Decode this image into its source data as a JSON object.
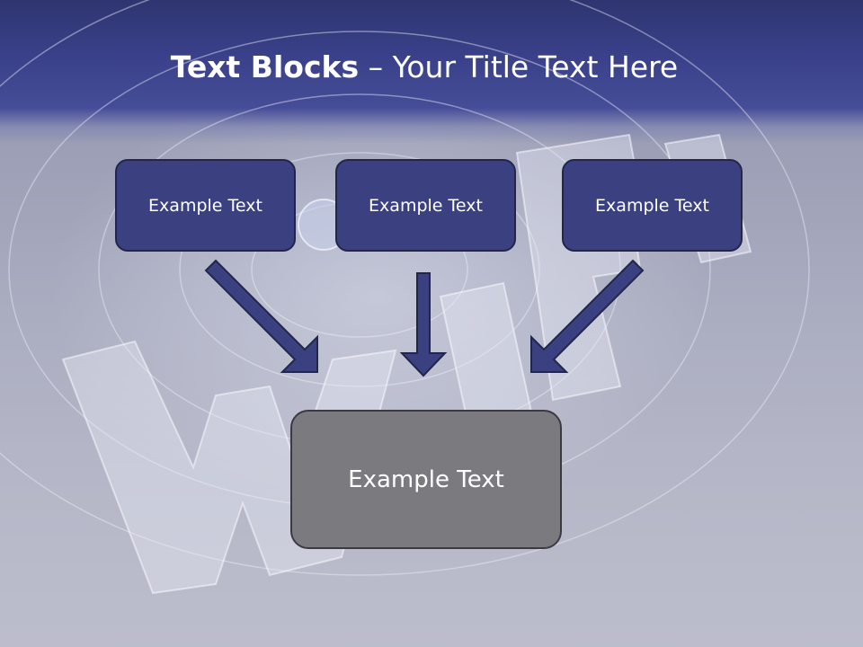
{
  "slide": {
    "title_bold": "Text Blocks",
    "title_dash": " – ",
    "title_rest": "Your Title Text Here",
    "blocks": [
      {
        "label": "Example Text"
      },
      {
        "label": "Example Text"
      },
      {
        "label": "Example Text"
      }
    ],
    "center_block": {
      "label": "Example Text"
    }
  },
  "colors": {
    "header_band": "#3a418a",
    "block_fill": "#3b4180",
    "block_border": "#22264a",
    "center_fill": "#7b7b7f",
    "arrow_fill": "#3b4180"
  },
  "icons": {
    "arrows": [
      "arrow-down-right-icon",
      "arrow-down-icon",
      "arrow-down-left-icon"
    ]
  }
}
